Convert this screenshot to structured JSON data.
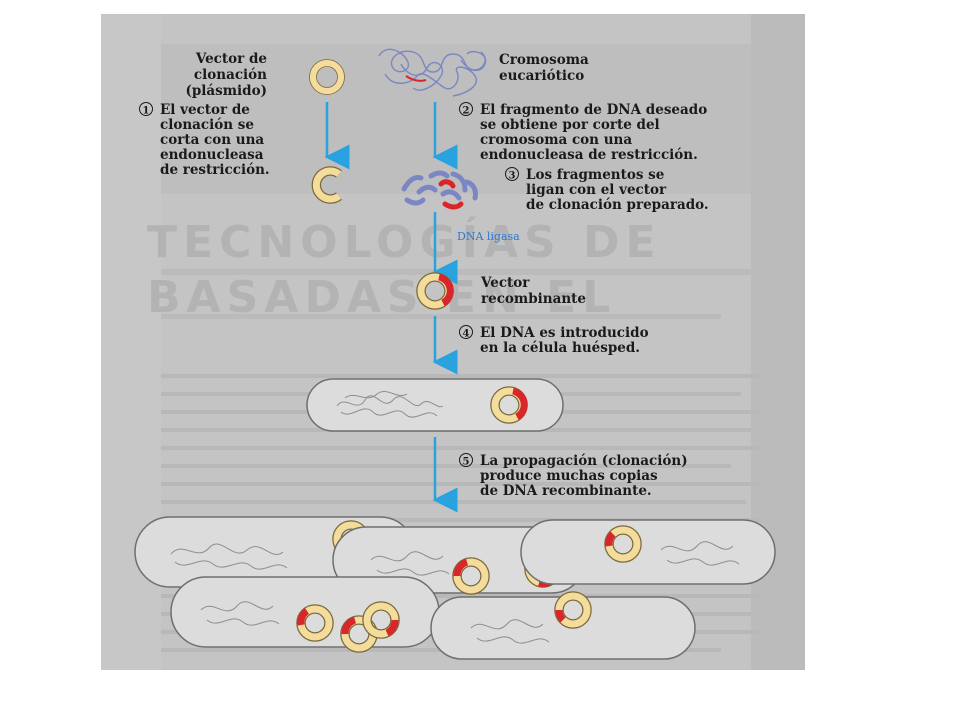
{
  "figure": {
    "labels": {
      "vector_line1": "Vector de",
      "vector_line2": "clonación",
      "vector_line3": "(plásmido)",
      "chromosome_line1": "Cromosoma",
      "chromosome_line2": "eucariótico",
      "step1_num": "1",
      "step1_line1": "El vector de",
      "step1_line2": "clonación se",
      "step1_line3": "corta con una",
      "step1_line4": "endonucleasa",
      "step1_line5": "de restricción.",
      "step2_num": "2",
      "step2_line1": "El fragmento de DNA deseado",
      "step2_line2": "se obtiene por corte del",
      "step2_line3": "cromosoma con una",
      "step2_line4": "endonucleasa de restricción.",
      "step3_num": "3",
      "step3_line1": "Los fragmentos se",
      "step3_line2": "ligan con el vector",
      "step3_line3": "de clonación preparado.",
      "ligase": "DNA ligasa",
      "recombinant_line1": "Vector",
      "recombinant_line2": "recombinante",
      "step4_num": "4",
      "step4_line1": "El DNA es introducido",
      "step4_line2": "en la célula huésped.",
      "step5_num": "5",
      "step5_line1": "La propagación (clonación)",
      "step5_line2": "produce muchas copias",
      "step5_line3": "de DNA recombinante."
    },
    "colors": {
      "scan_background": "#c4c4c4",
      "arrow": "#29a3e0",
      "plasmid": "#f4dc9c",
      "plasmid_outline": "#7a6a3a",
      "insert": "#d8262a",
      "cell_fill": "#dcdcdc",
      "cell_outline": "#6e6e6e",
      "fragment_blue": "#7b86c4",
      "ligase_text": "#2b78d6"
    }
  }
}
